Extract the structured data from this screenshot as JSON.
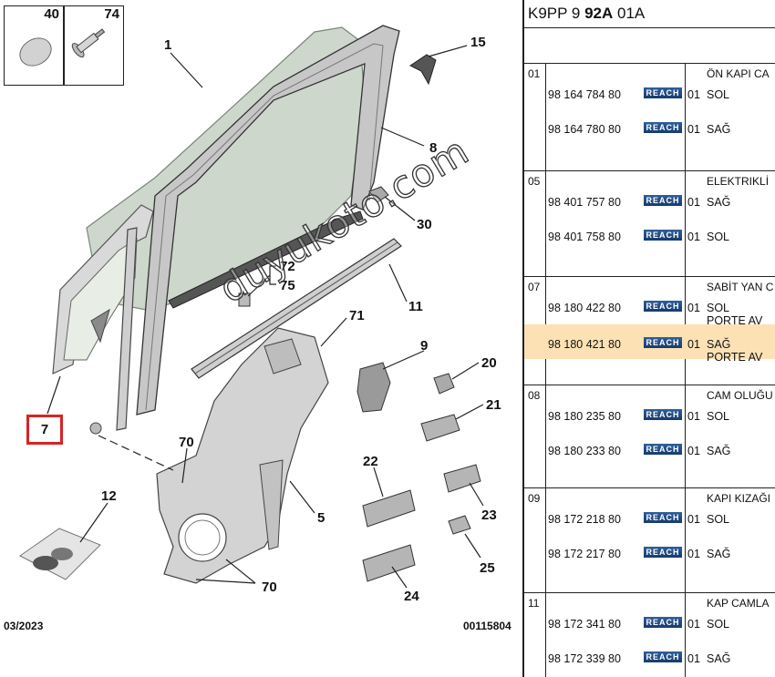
{
  "diagram": {
    "insets": [
      {
        "number": "40",
        "icon": "circle-seal-icon"
      },
      {
        "number": "74",
        "icon": "rivet-icon"
      }
    ],
    "callouts": [
      "1",
      "15",
      "8",
      "30",
      "72",
      "75",
      "11",
      "71",
      "9",
      "20",
      "21",
      "70",
      "5",
      "12",
      "22",
      "23",
      "25",
      "24",
      "70"
    ],
    "highlighted_callout": "7",
    "footer_date": "03/2023",
    "footer_code": "00115804",
    "watermark": "duyukoto.com",
    "colors": {
      "highlight_border": "#d62424",
      "glass": "#cdd7cc",
      "part_grey": "#cfcfcf",
      "row_highlight": "#fbe1b4",
      "reach_badge": "#1f4680"
    }
  },
  "table": {
    "ref_prefix": "K9PP 9 ",
    "ref_bold": "92A",
    "ref_suffix": " 01A",
    "groups": [
      {
        "num": "01",
        "desc": "ÖN KAPI CA",
        "rows": [
          {
            "part": "98 164 784 80",
            "badge": "REACH",
            "qty": "01",
            "side": "SOL",
            "note": ""
          },
          {
            "part": "98 164 780 80",
            "badge": "REACH",
            "qty": "01",
            "side": "SAĞ",
            "note": ""
          }
        ]
      },
      {
        "num": "05",
        "desc": "ELEKTRIKLİ",
        "rows": [
          {
            "part": "98 401 757 80",
            "badge": "REACH",
            "qty": "01",
            "side": "SAĞ",
            "note": ""
          },
          {
            "part": "98 401 758 80",
            "badge": "REACH",
            "qty": "01",
            "side": "SOL",
            "note": ""
          }
        ]
      },
      {
        "num": "07",
        "desc": "SABİT YAN C",
        "rows": [
          {
            "part": "98 180 422 80",
            "badge": "REACH",
            "qty": "01",
            "side": "SOL",
            "note": "PORTE AV"
          },
          {
            "part": "98 180 421 80",
            "badge": "REACH",
            "qty": "01",
            "side": "SAĞ",
            "note": "PORTE AV",
            "highlight": true
          }
        ]
      },
      {
        "num": "08",
        "desc": "CAM OLUĞU",
        "rows": [
          {
            "part": "98 180 235 80",
            "badge": "REACH",
            "qty": "01",
            "side": "SOL",
            "note": ""
          },
          {
            "part": "98 180 233 80",
            "badge": "REACH",
            "qty": "01",
            "side": "SAĞ",
            "note": ""
          }
        ]
      },
      {
        "num": "09",
        "desc": "KAPI KIZAĞI",
        "rows": [
          {
            "part": "98 172 218 80",
            "badge": "REACH",
            "qty": "01",
            "side": "SOL",
            "note": ""
          },
          {
            "part": "98 172 217 80",
            "badge": "REACH",
            "qty": "01",
            "side": "SAĞ",
            "note": ""
          }
        ]
      },
      {
        "num": "11",
        "desc": "KAP CAMLA",
        "rows": [
          {
            "part": "98 172 341 80",
            "badge": "REACH",
            "qty": "01",
            "side": "SOL",
            "note": ""
          },
          {
            "part": "98 172 339 80",
            "badge": "REACH",
            "qty": "01",
            "side": "SAĞ",
            "note": ""
          }
        ]
      }
    ]
  }
}
